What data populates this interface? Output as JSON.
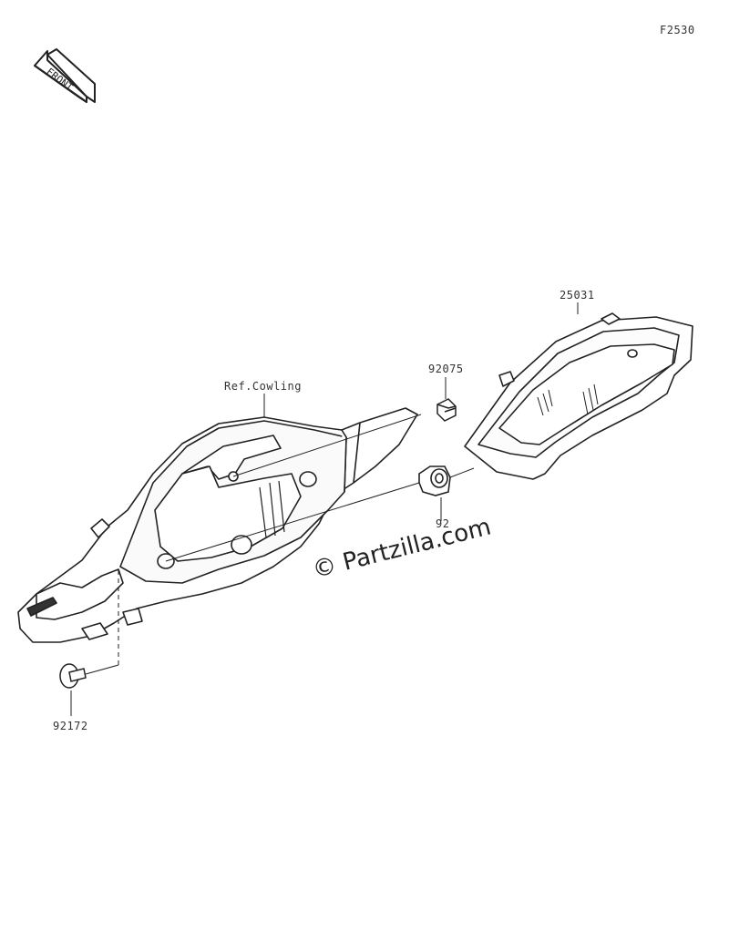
{
  "figure_code": "F2530",
  "front_badge": "FRONT",
  "watermark": "© Partzilla.com",
  "parts": {
    "meter_assy": "25031",
    "screw_top": "92075",
    "ref_cowling": "Ref.Cowling",
    "grommet": "92",
    "screw_bottom": "92172"
  }
}
